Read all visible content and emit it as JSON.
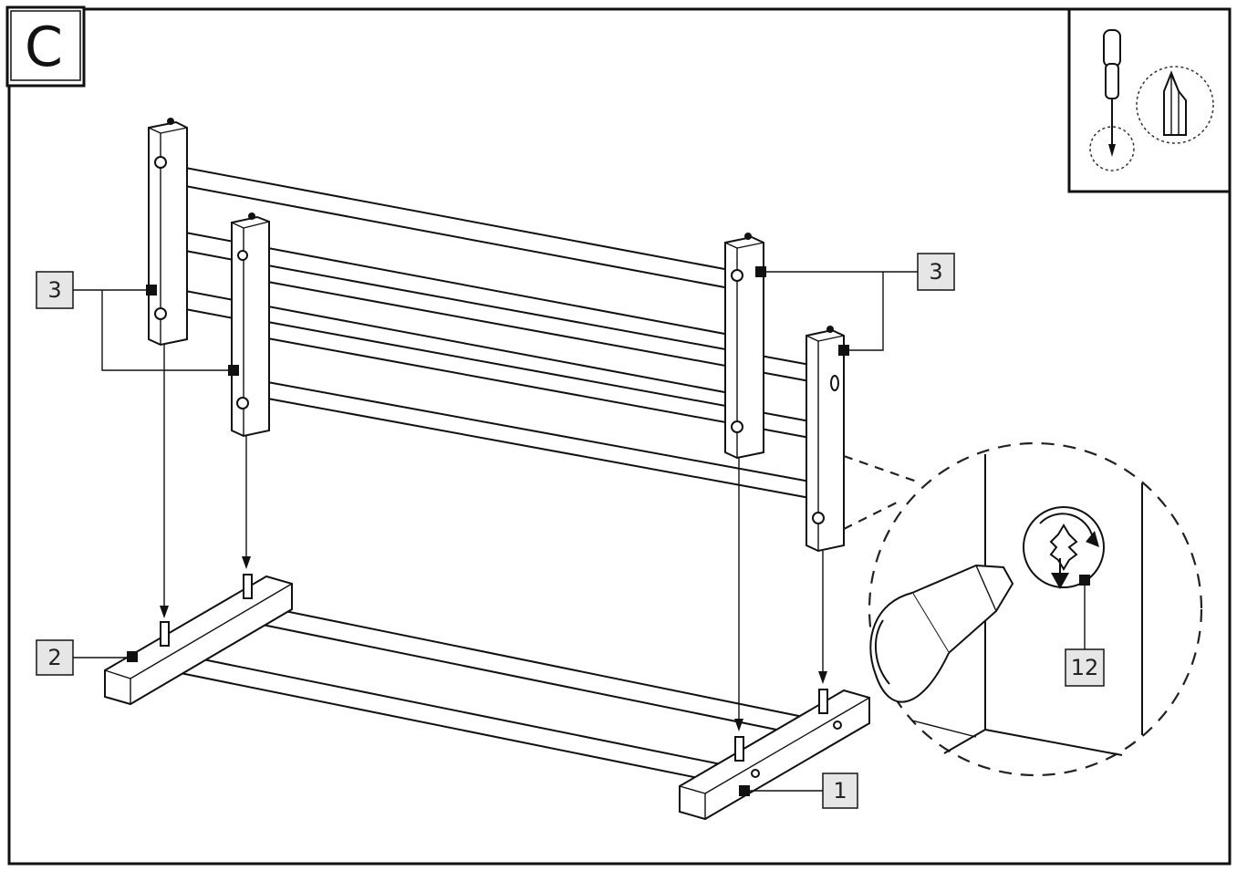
{
  "step": {
    "letter": "C"
  },
  "callouts": [
    {
      "id": "left-rack-legs",
      "label": "3"
    },
    {
      "id": "right-rack-legs",
      "label": "3"
    },
    {
      "id": "left-base-bar",
      "label": "2"
    },
    {
      "id": "right-base-bar",
      "label": "1"
    },
    {
      "id": "screw-detail",
      "label": "12"
    }
  ],
  "tool": {
    "icon": "phillips-screwdriver-icon",
    "bit_icon": "phillips-bit-icon"
  }
}
